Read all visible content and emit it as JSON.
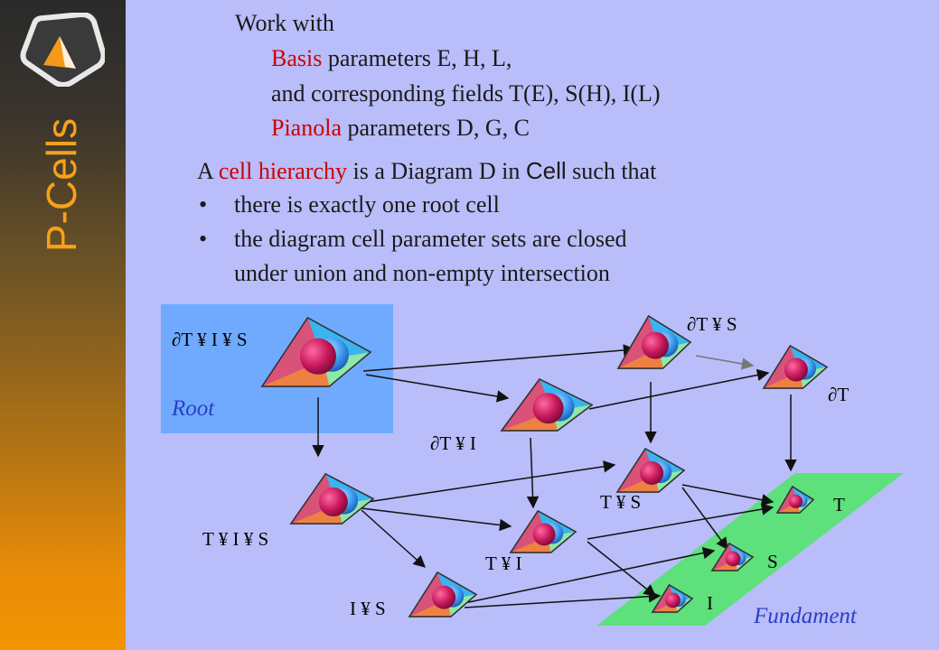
{
  "sidebar": {
    "title": "P-Cells",
    "logo_icon": "hexagon-triangle-logo",
    "accent": "#f7a11a"
  },
  "intro": {
    "line1": "Work with",
    "basis_term": "Basis",
    "basis_rest": " parameters E, H, L,",
    "fields_line": "and corresponding fields T(E), S(H), I(L)",
    "pianola_term": "Pianola",
    "pianola_rest": " parameters D, G, C"
  },
  "definition": {
    "prefix": "A ",
    "term": "cell hierarchy",
    "middle": " is a Diagram D in ",
    "cell_word": "Cell",
    "suffix": "  such that",
    "bullet": "•",
    "bullets": [
      "there is exactly one root cell",
      "the diagram cell parameter sets are closed",
      "under union and non-empty intersection"
    ]
  },
  "diagram": {
    "root_label": "Root",
    "fundament_label": "Fundament",
    "colors": {
      "root_box": "#70aaff",
      "fundament": "#5ee07c",
      "label_blue": "#2a3fc4"
    },
    "node_labels": {
      "root": "∂T ¥ I ¥ S",
      "d_ts": "∂T ¥ S",
      "d_ti": "∂T ¥ I",
      "d_t": "∂T",
      "tis": "T ¥ I ¥ S",
      "ts": "T ¥ S",
      "ti": "T ¥ I",
      "is": "I ¥ S",
      "t": "T",
      "s": "S",
      "i": "I"
    }
  }
}
